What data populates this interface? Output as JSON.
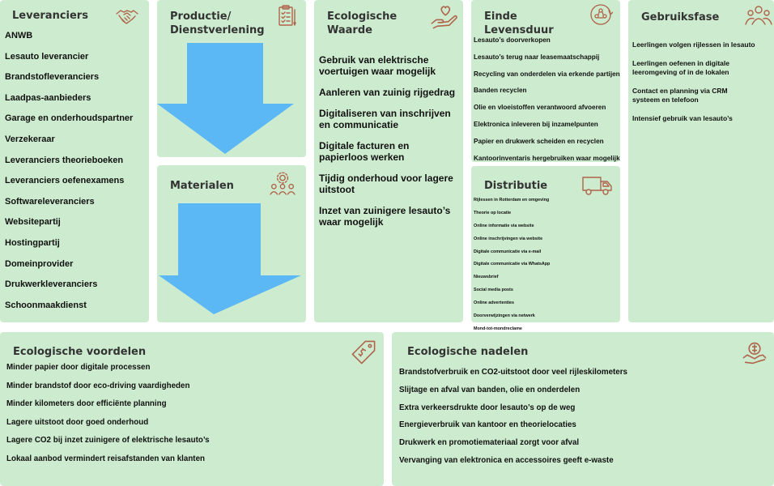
{
  "leveranciers": {
    "title": "Leveranciers",
    "icon": "handshake-icon",
    "items": [
      "ANWB",
      "Lesauto leverancier",
      "Brandstofleveranciers",
      "Laadpas-aanbieders",
      "Garage en onderhoudspartner",
      "Verzekeraar",
      "Leveranciers theorieboeken",
      "Leveranciers oefenexamens",
      "Softwareleveranciers",
      "Websitepartij",
      "Hostingpartij",
      "Domeinprovider",
      "Drukwerkleveranciers",
      "Schoonmaakdienst"
    ]
  },
  "productie": {
    "title_line1": "Productie/",
    "title_line2": "Dienstverlening",
    "icon": "clipboard-checklist-icon"
  },
  "materialen": {
    "title": "Materialen",
    "icon": "team-gear-icon"
  },
  "ecologische_waarde": {
    "title_line1": "Ecologische",
    "title_line2": "Waarde",
    "icon": "hand-heart-icon",
    "items": [
      "Gebruik van elektrische voertuigen waar mogelijk",
      "Aanleren van zuinig rijgedrag",
      "Digitaliseren van inschrijven en communicatie",
      "Digitale facturen en papierloos werken",
      "Tijdig onderhoud voor lagere uitstoot",
      "Inzet van zuinigere lesauto’s waar mogelijk"
    ]
  },
  "einde_levensduur": {
    "title_line1": "Einde",
    "title_line2": "Levensduur",
    "icon": "recycle-people-icon",
    "items": [
      "Lesauto’s doorverkopen",
      "Lesauto’s terug naar leasemaatschappij",
      "Recycling van onderdelen via erkende partijen",
      "Banden recyclen",
      "Olie en vloeistoffen verantwoord afvoeren",
      "Elektronica inleveren bij inzamelpunten",
      "Papier en drukwerk scheiden en recyclen",
      "Kantoorinventaris hergebruiken waar mogelijk"
    ]
  },
  "distributie": {
    "title": "Distributie",
    "icon": "delivery-truck-icon",
    "items": [
      "Rijlessen in Rotterdam en omgeving",
      "Theorie op locatie",
      "Online informatie via website",
      "Online inschrijvingen via website",
      "Digitale communicatie via e-mail",
      "Digitale communicatie via WhatsApp",
      "Nieuwsbrief",
      "Social media posts",
      "Online advertenties",
      "Doorverwijzingen via netwerk",
      "Mond-tot-mondreclame"
    ]
  },
  "gebruiksfase": {
    "title": "Gebruiksfase",
    "icon": "people-group-icon",
    "items": [
      "Leerlingen volgen rijlessen in lesauto",
      "Leerlingen oefenen in digitale\nleeromgeving of in de lokalen",
      "Contact en planning via CRM\nsysteem en telefoon",
      "Intensief gebruik van lesauto’s"
    ]
  },
  "ecologische_voordelen": {
    "title": "Ecologische voordelen",
    "icon": "price-tag-icon",
    "items": [
      "Minder papier door digitale processen",
      "Minder brandstof door eco-driving vaardigheden",
      "Minder kilometers door efficiënte planning",
      "Lagere uitstoot door goed onderhoud",
      "Lagere CO2 bij inzet zuinigere of elektrische lesauto’s",
      "Lokaal aanbod vermindert reisafstanden van klanten"
    ]
  },
  "ecologische_nadelen": {
    "title": "Ecologische nadelen",
    "icon": "hand-money-icon",
    "items": [
      "Brandstofverbruik en CO2-uitstoot door veel rijleskilometers",
      "Slijtage en afval van banden, olie en onderdelen",
      "Extra verkeersdrukte door lesauto’s op de weg",
      "Energieverbruik van kantoor en theorielocaties",
      "Drukwerk en promotiemateriaal zorgt voor afval",
      "Vervanging van elektronica en accessoires geeft e-waste"
    ]
  },
  "colors": {
    "box_bg": "#cdeccf",
    "arrow": "#5bb8f5",
    "icon": "#b0634a",
    "title": "#333333"
  }
}
